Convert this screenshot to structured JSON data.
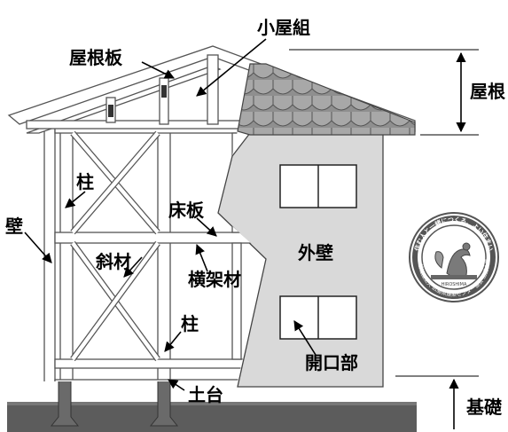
{
  "labels": {
    "koya_gumi": "小屋組",
    "yane_ita": "屋根板",
    "yane": "屋根",
    "hashira_top": "柱",
    "kabe": "壁",
    "yuka_ita": "床板",
    "shazai": "斜材",
    "gaiheki": "外壁",
    "ouka_zai": "横架材",
    "hashira_bottom": "柱",
    "kaikou_bu": "開口部",
    "dodai": "土台",
    "kiso": "基礎"
  },
  "seal": {
    "top_text": "住む人と一緒につくる、よい住まい",
    "bottom_text": "一般社団法人 広島県建築センター協会 加盟会員",
    "center_text": "HIROSHIMA"
  },
  "colors": {
    "wall_gray": "#d9d9d9",
    "ground_gray": "#666666",
    "roof_shingle": "#9a9a9a",
    "seal_ring": "#6e6e6e"
  }
}
